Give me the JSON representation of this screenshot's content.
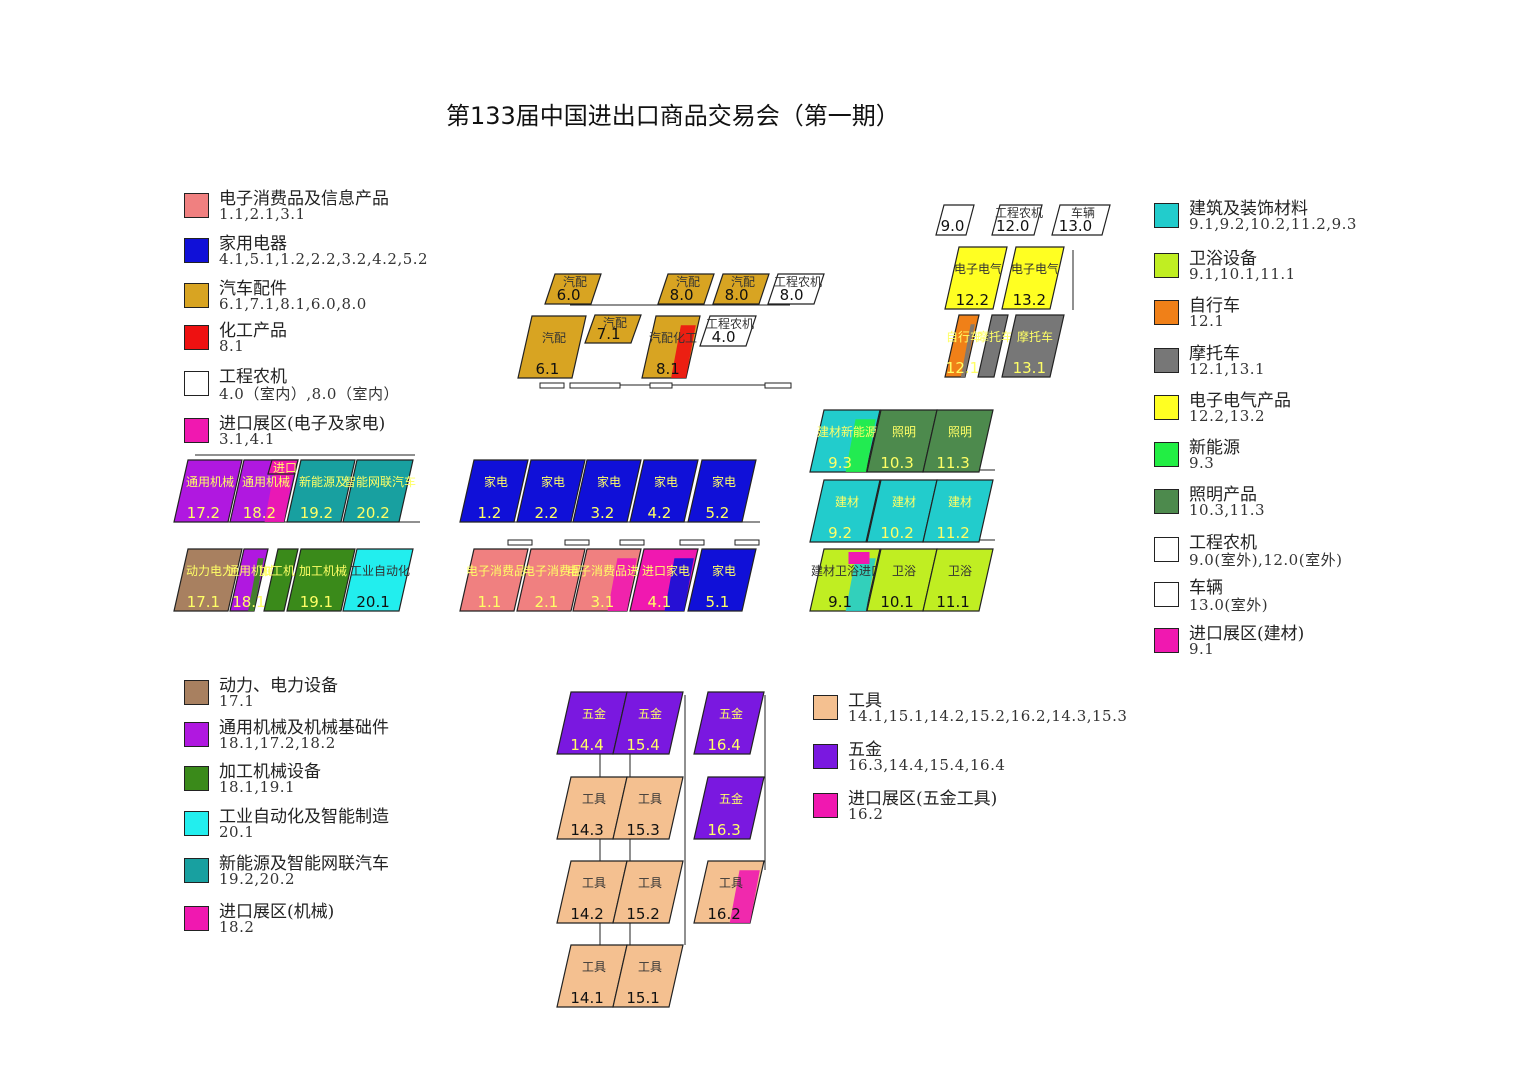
{
  "title": "第133届中国进出口商品交易会（第一期）",
  "legend": [
    {
      "name": "电子消费品及信息产品",
      "codes": "1.1,2.1,3.1",
      "color": "#f08080"
    },
    {
      "name": "家用电器",
      "codes": "4.1,5.1,1.2,2.2,3.2,4.2,5.2",
      "color": "#1010d8"
    },
    {
      "name": "汽车配件",
      "codes": "6.1,7.1,8.1,6.0,8.0",
      "color": "#d8a422"
    },
    {
      "name": "化工产品",
      "codes": "8.1",
      "color": "#ee1111"
    },
    {
      "name": "工程农机",
      "codes": "4.0（室内）,8.0（室内）",
      "color": "#ffffff"
    },
    {
      "name": "进口展区(电子及家电)",
      "codes": "3.1,4.1",
      "color": "#f018b0"
    },
    {
      "name": "建筑及装饰材料",
      "codes": "9.1,9.2,10.2,11.2,9.3",
      "color": "#22cccc"
    },
    {
      "name": "卫浴设备",
      "codes": "9.1,10.1,11.1",
      "color": "#c0ee22"
    },
    {
      "name": "自行车",
      "codes": "12.1",
      "color": "#f08018"
    },
    {
      "name": "摩托车",
      "codes": "12.1,13.1",
      "color": "#777777"
    },
    {
      "name": "电子电气产品",
      "codes": "12.2,13.2",
      "color": "#ffff22"
    },
    {
      "name": "新能源",
      "codes": "9.3",
      "color": "#22ee44"
    },
    {
      "name": "照明产品",
      "codes": "10.3,11.3",
      "color": "#4d8a4d"
    },
    {
      "name": "工程农机",
      "codes": "9.0(室外),12.0(室外)",
      "color": "#ffffff"
    },
    {
      "name": "车辆",
      "codes": "13.0(室外)",
      "color": "#ffffff"
    },
    {
      "name": "进口展区(建材)",
      "codes": "9.1",
      "color": "#f018b0"
    },
    {
      "name": "动力、电力设备",
      "codes": "17.1",
      "color": "#a88060"
    },
    {
      "name": "通用机械及机械基础件",
      "codes": "18.1,17.2,18.2",
      "color": "#b018e0"
    },
    {
      "name": "加工机械设备",
      "codes": "18.1,19.1",
      "color": "#3a8a1a"
    },
    {
      "name": "工业自动化及智能制造",
      "codes": "20.1",
      "color": "#22eeee"
    },
    {
      "name": "新能源及智能网联汽车",
      "codes": "19.2,20.2",
      "color": "#18a0a0"
    },
    {
      "name": "进口展区(机械)",
      "codes": "18.2",
      "color": "#f018b0"
    },
    {
      "name": "工具",
      "codes": "14.1,15.1,14.2,15.2,16.2,14.3,15.3",
      "color": "#f4c090"
    },
    {
      "name": "五金",
      "codes": "16.3,14.4,15.4,16.4",
      "color": "#7a18e0"
    },
    {
      "name": "进口展区(五金工具)",
      "codes": "16.2",
      "color": "#f018b0"
    }
  ],
  "halls": [
    {
      "id": "6.0",
      "label": "汽配",
      "color": "#d8a422"
    },
    {
      "id": "8.0",
      "label": "汽配",
      "color": "#d8a422"
    },
    {
      "id": "8.0",
      "label": "汽配",
      "color": "#d8a422"
    },
    {
      "id": "8.0",
      "label": "工程农机",
      "color": "#ffffff"
    },
    {
      "id": "7.1",
      "label": "汽配",
      "color": "#d8a422"
    },
    {
      "id": "6.1",
      "label": "汽配",
      "color": "#d8a422"
    },
    {
      "id": "8.1",
      "label": "汽配化工",
      "color": "#d8a422",
      "accent": "#ee1111"
    },
    {
      "id": "4.0",
      "label": "工程农机",
      "color": "#ffffff"
    },
    {
      "id": "9.0",
      "label": "",
      "color": "#ffffff"
    },
    {
      "id": "12.0",
      "label": "工程农机",
      "color": "#ffffff"
    },
    {
      "id": "13.0",
      "label": "车辆",
      "color": "#ffffff"
    },
    {
      "id": "12.2",
      "label": "电子电气",
      "color": "#ffff22"
    },
    {
      "id": "13.2",
      "label": "电子电气",
      "color": "#ffff22"
    },
    {
      "id": "12.1",
      "label": "自行车",
      "color": "#f08018",
      "accent": "#777777"
    },
    {
      "id": "",
      "label": "摩托车",
      "color": "#777777"
    },
    {
      "id": "13.1",
      "label": "摩托车",
      "color": "#777777"
    },
    {
      "id": "17.2",
      "label": "通用机械",
      "color": "#b018e0"
    },
    {
      "id": "18.2",
      "label": "通用机械",
      "color": "#b018e0",
      "accent": "#f018b0"
    },
    {
      "id": "",
      "label": "进口",
      "color": "#f018b0"
    },
    {
      "id": "19.2",
      "label": "新能源及",
      "color": "#18a0a0"
    },
    {
      "id": "20.2",
      "label": "智能网联汽车",
      "color": "#18a0a0"
    },
    {
      "id": "17.1",
      "label": "动力电力",
      "color": "#a88060"
    },
    {
      "id": "18.1",
      "label": "通用机械",
      "color": "#b018e0",
      "accent": "#3a8a1a"
    },
    {
      "id": "",
      "label": "加工机械",
      "color": "#3a8a1a"
    },
    {
      "id": "19.1",
      "label": "加工机械",
      "color": "#3a8a1a"
    },
    {
      "id": "20.1",
      "label": "工业自动化",
      "color": "#22eeee"
    },
    {
      "id": "1.2",
      "label": "家电",
      "color": "#1010d8"
    },
    {
      "id": "2.2",
      "label": "家电",
      "color": "#1010d8"
    },
    {
      "id": "3.2",
      "label": "家电",
      "color": "#1010d8"
    },
    {
      "id": "4.2",
      "label": "家电",
      "color": "#1010d8"
    },
    {
      "id": "5.2",
      "label": "家电",
      "color": "#1010d8"
    },
    {
      "id": "1.1",
      "label": "电子消费品",
      "color": "#f08080"
    },
    {
      "id": "2.1",
      "label": "电子消费品",
      "color": "#f08080"
    },
    {
      "id": "3.1",
      "label": "电子消费品进口",
      "color": "#f08080",
      "accent": "#f018b0"
    },
    {
      "id": "4.1",
      "label": "进口家电",
      "color": "#f018b0",
      "accent": "#1010d8"
    },
    {
      "id": "5.1",
      "label": "家电",
      "color": "#1010d8"
    },
    {
      "id": "9.3",
      "label": "建材新能源",
      "color": "#22cccc",
      "accent": "#22ee44"
    },
    {
      "id": "10.3",
      "label": "照明",
      "color": "#4d8a4d"
    },
    {
      "id": "11.3",
      "label": "照明",
      "color": "#4d8a4d"
    },
    {
      "id": "9.2",
      "label": "建材",
      "color": "#22cccc"
    },
    {
      "id": "10.2",
      "label": "建材",
      "color": "#22cccc"
    },
    {
      "id": "11.2",
      "label": "建材",
      "color": "#22cccc"
    },
    {
      "id": "9.1",
      "label": "建材卫浴进口",
      "color": "#c0ee22",
      "accent": "#22cccc",
      "accent2": "#f018b0"
    },
    {
      "id": "10.1",
      "label": "卫浴",
      "color": "#c0ee22"
    },
    {
      "id": "11.1",
      "label": "卫浴",
      "color": "#c0ee22"
    },
    {
      "id": "14.4",
      "label": "五金",
      "color": "#7a18e0"
    },
    {
      "id": "15.4",
      "label": "五金",
      "color": "#7a18e0"
    },
    {
      "id": "16.4",
      "label": "五金",
      "color": "#7a18e0"
    },
    {
      "id": "14.3",
      "label": "工具",
      "color": "#f4c090"
    },
    {
      "id": "15.3",
      "label": "工具",
      "color": "#f4c090"
    },
    {
      "id": "16.3",
      "label": "五金",
      "color": "#7a18e0"
    },
    {
      "id": "14.2",
      "label": "工具",
      "color": "#f4c090"
    },
    {
      "id": "15.2",
      "label": "工具",
      "color": "#f4c090"
    },
    {
      "id": "16.2",
      "label": "工具",
      "color": "#f4c090",
      "accent": "#f018b0"
    },
    {
      "id": "14.1",
      "label": "工具",
      "color": "#f4c090"
    },
    {
      "id": "15.1",
      "label": "工具",
      "color": "#f4c090"
    }
  ]
}
